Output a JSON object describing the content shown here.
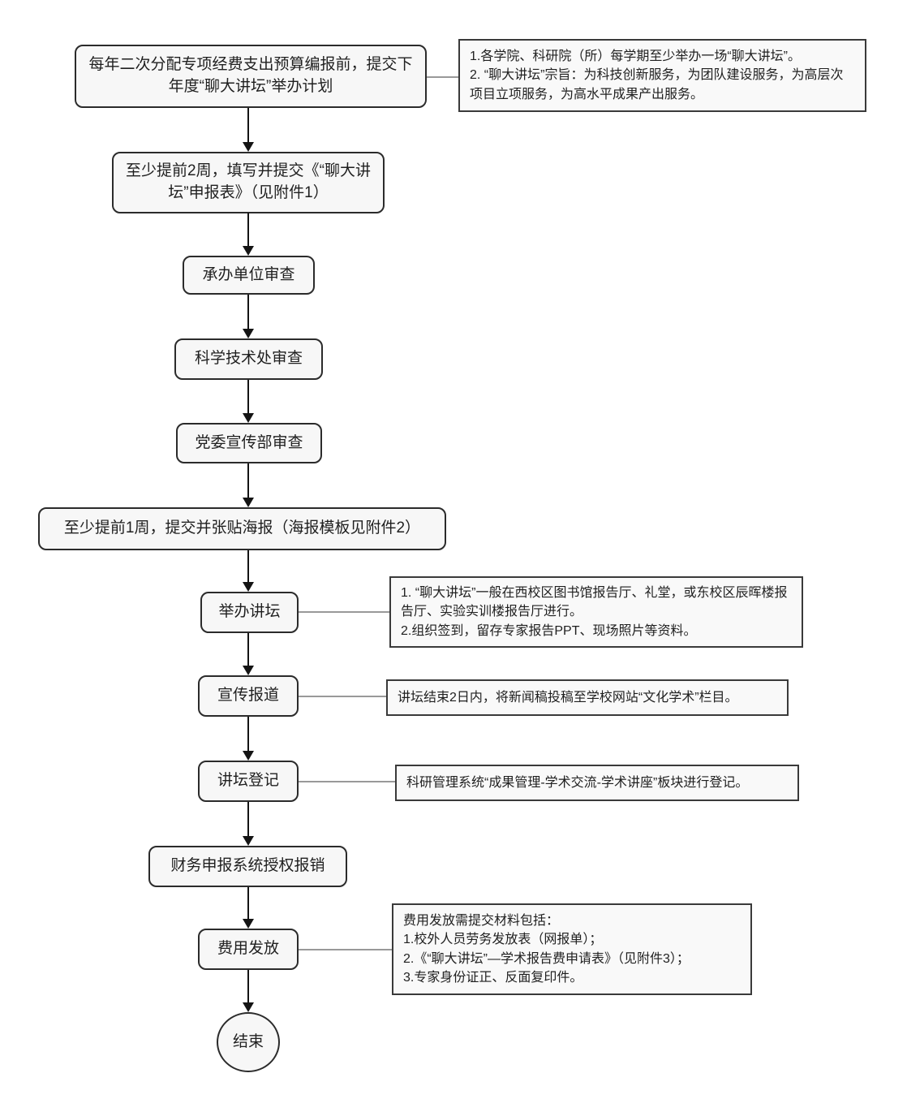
{
  "diagram": {
    "type": "flowchart",
    "colors": {
      "box_fill": "#f7f7f7",
      "note_fill": "#f9f9f9",
      "box_border": "#2b2b2b",
      "note_border": "#3a3a3a",
      "flow_line": "#141414",
      "connector": "#999999",
      "text": "#1f1f1f"
    },
    "nodes": {
      "plan": {
        "text": "每年二次分配专项经费支出预算编报前，提交下年度“聊大讲坛”举办计划"
      },
      "apply": {
        "text": "至少提前2周，填写并提交《“聊大讲坛”申报表》（见附件1）"
      },
      "unit_review": {
        "text": "承办单位审查"
      },
      "tech_review": {
        "text": "科学技术处审查"
      },
      "party_review": {
        "text": "党委宣传部审查"
      },
      "poster": {
        "text": "至少提前1周，提交并张贴海报（海报模板见附件2）"
      },
      "hold": {
        "text": "举办讲坛"
      },
      "publicity": {
        "text": "宣传报道"
      },
      "register": {
        "text": "讲坛登记"
      },
      "finance": {
        "text": "财务申报系统授权报销"
      },
      "payment": {
        "text": "费用发放"
      },
      "end": {
        "text": "结束"
      }
    },
    "notes": {
      "plan": {
        "items": [
          "1.各学院、科研院（所）每学期至少举办一场“聊大讲坛”。",
          "2. “聊大讲坛”宗旨：为科技创新服务，为团队建设服务，为高层次项目立项服务，为高水平成果产出服务。"
        ]
      },
      "hold": {
        "items": [
          "1. “聊大讲坛”一般在西校区图书馆报告厅、礼堂，或东校区辰晖楼报告厅、实验实训楼报告厅进行。",
          "2.组织签到，留存专家报告PPT、现场照片等资料。"
        ]
      },
      "publicity": {
        "items": [
          "讲坛结束2日内，将新闻稿投稿至学校网站“文化学术”栏目。"
        ]
      },
      "register": {
        "items": [
          "科研管理系统“成果管理-学术交流-学术讲座”板块进行登记。"
        ]
      },
      "payment": {
        "items": [
          "费用发放需提交材料包括：",
          "1.校外人员劳务发放表（网报单）；",
          "2.《“聊大讲坛”—学术报告费申请表》（见附件3）；",
          "3.专家身份证正、反面复印件。"
        ]
      }
    }
  }
}
